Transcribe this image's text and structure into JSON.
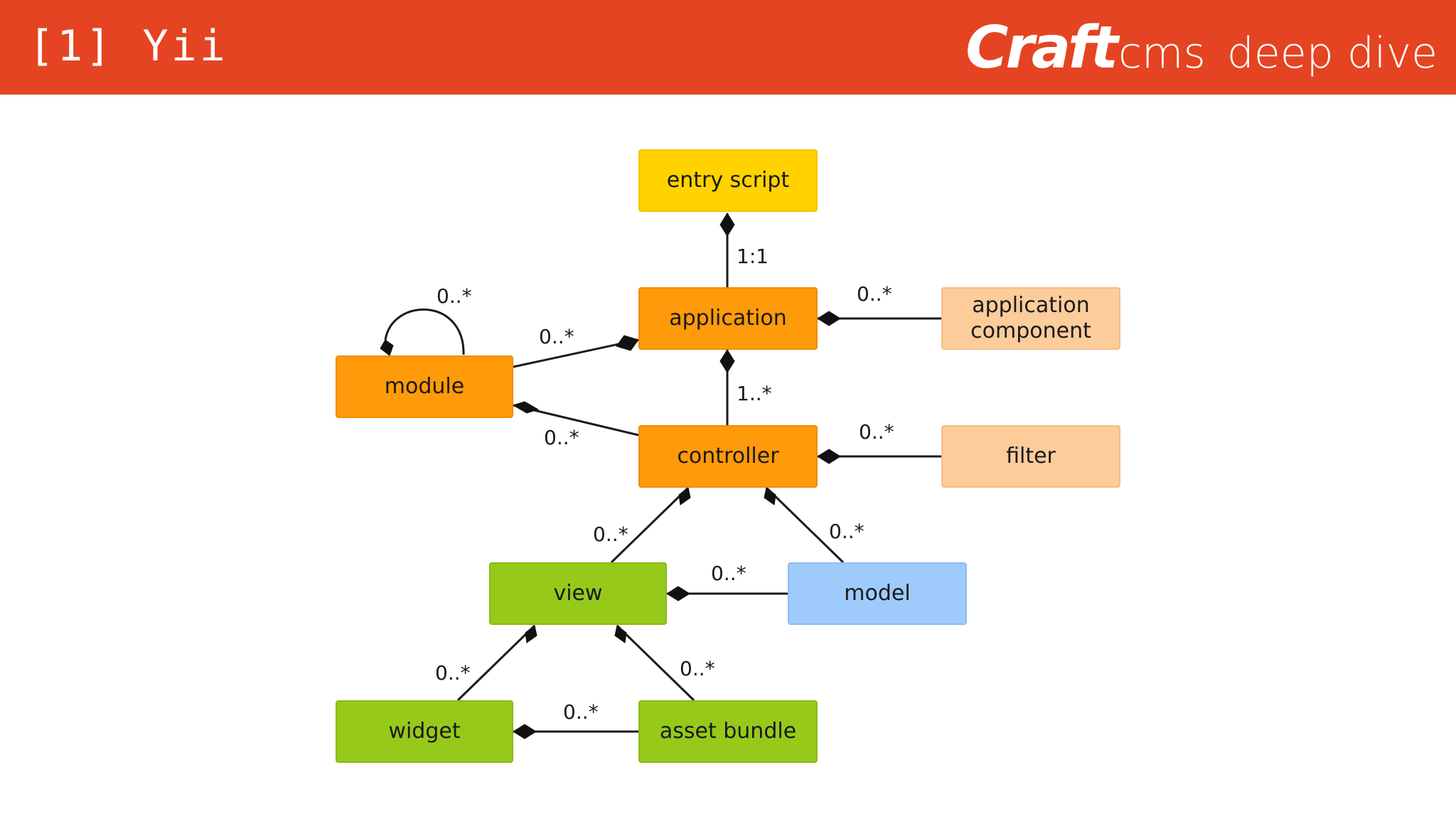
{
  "header": {
    "title": "[1] Yii",
    "brand_craft": "Craft",
    "brand_cms": "cms",
    "brand_tagline": "deep dive",
    "background_color": "#e44421"
  },
  "diagram": {
    "nodes": {
      "entry_script": "entry script",
      "application": "application",
      "application_component": "application\ncomponent",
      "module": "module",
      "controller": "controller",
      "filter": "filter",
      "view": "view",
      "model": "model",
      "widget": "widget",
      "asset_bundle": "asset bundle"
    },
    "multiplicities": {
      "entry_application": "1:1",
      "application_component": "0..*",
      "module_self": "0..*",
      "module_application": "0..*",
      "application_controller": "1..*",
      "module_controller": "0..*",
      "controller_filter": "0..*",
      "controller_view": "0..*",
      "controller_model": "0..*",
      "view_model": "0..*",
      "view_widget": "0..*",
      "view_asset_bundle": "0..*",
      "widget_asset_bundle": "0..*"
    },
    "colors": {
      "entry": "#ffd200",
      "core": "#ff9a0a",
      "support": "#fdcc9b",
      "view_layer": "#97c91b",
      "model": "#9ecbfb"
    }
  }
}
